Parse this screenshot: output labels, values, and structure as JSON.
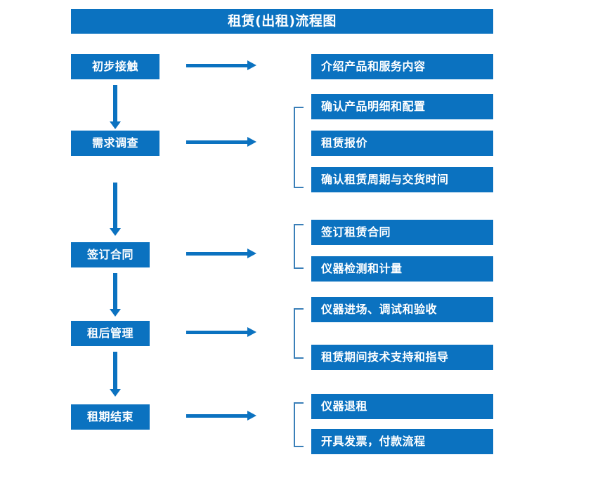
{
  "diagram": {
    "title": "租赁(出租)流程图",
    "accent_color": "#0b72c0",
    "bracket_color": "#3a7fb8",
    "text_color": "#ffffff",
    "background_color": "#ffffff",
    "stages": [
      {
        "label": "初步接触",
        "details": [
          "介绍产品和服务内容"
        ]
      },
      {
        "label": "需求调查",
        "details": [
          "确认产品明细和配置",
          "租赁报价",
          "确认租赁周期与交货时间"
        ]
      },
      {
        "label": "签订合同",
        "details": [
          "签订租赁合同",
          "仪器检测和计量"
        ]
      },
      {
        "label": "租后管理",
        "details": [
          "仪器进场、调试和验收",
          "租赁期间技术支持和指导"
        ]
      },
      {
        "label": "租期结束",
        "details": [
          "仪器退租",
          "开具发票，付款流程"
        ]
      }
    ]
  }
}
